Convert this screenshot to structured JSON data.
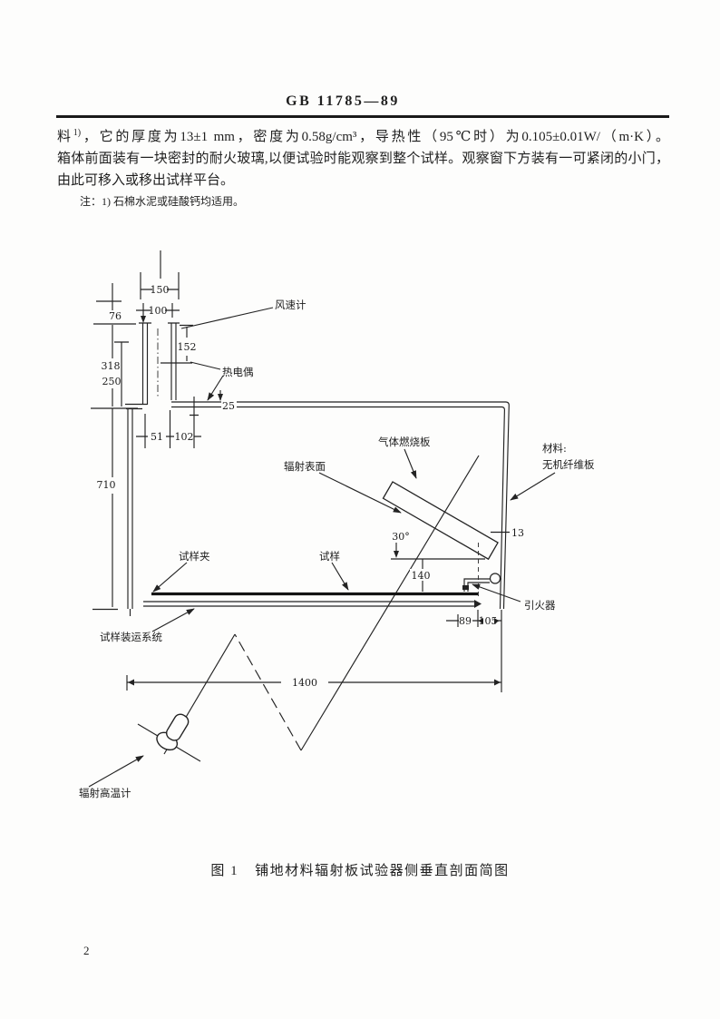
{
  "colors": {
    "ink": "#1f1f1f",
    "paper": "#fdfdfc"
  },
  "page": {
    "number": "2"
  },
  "header": {
    "standard_code": "GB 11785—89"
  },
  "body": {
    "line1_prefix": "料",
    "line1_sup": "1)",
    "line1_rest": "，它的厚度为13±1 mm，密度为0.58g/cm³，导热性（95℃时）为0.105±0.01W/（m·K）。",
    "line2": "箱体前面装有一块密封的耐火玻璃,以便试验时能观察到整个试样。观察窗下方装有一可紧闭的小门，",
    "line3": "由此可移入或移出试样平台。",
    "note": "注：1) 石棉水泥或硅酸钙均适用。"
  },
  "figure": {
    "caption_label": "图 1",
    "caption_title": "铺地材料辐射板试验器侧垂直剖面简图",
    "labels": {
      "anemometer": "风速计",
      "thermocouple": "热电偶",
      "gas_burner_panel": "气体燃烧板",
      "radiant_surface": "辐射表面",
      "material_title": "材料:",
      "material_name": "无机纤维板",
      "specimen_holder": "试样夹",
      "specimen": "试样",
      "specimen_transport_system": "试样装运系统",
      "igniter": "引火器",
      "radiation_pyrometer": "辐射高温计"
    },
    "dims": {
      "stack_top_width": "150",
      "stack_throat_width": "100",
      "stack_cap_height": "76",
      "stack_probe_depth": "152",
      "upper_left_height": "318",
      "inner_left_height": "250",
      "exhaust_slot": "25",
      "wall_to_stack": "51",
      "stack_width": "102",
      "chamber_height": "710",
      "panel_clearance": "13",
      "panel_angle": "30°",
      "panel_to_specimen": "140",
      "igniter_inset": "89",
      "specimen_edge_inset": "105",
      "chamber_length": "1400"
    }
  }
}
